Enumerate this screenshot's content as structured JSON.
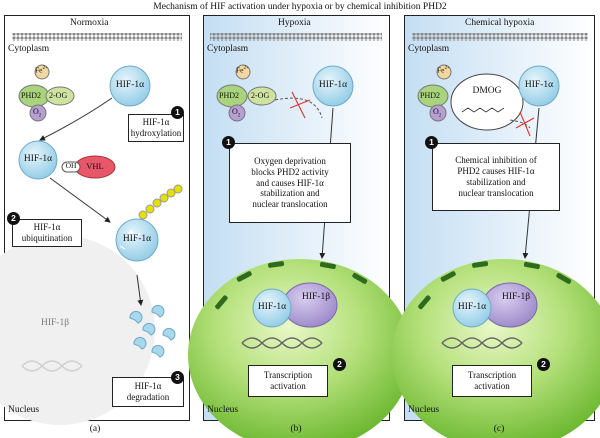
{
  "figure_title": "Mechanism of HIF activation under hypoxia or by chemical inhibition PHD2",
  "panels": {
    "a": {
      "heading": "Normoxia",
      "cytoplasm": "Cytoplasm",
      "nucleus": "Nucleus",
      "caption": "(a)",
      "hif": "HIF-1α",
      "fe": "Fe",
      "fe_sup": "2+",
      "phd": "PHD2",
      "og": "2-OG",
      "o2": "O",
      "o2_sub": "2",
      "oh": "OH",
      "vhl": "VHL",
      "ub": "Ub",
      "hif_b": "HIF-1β",
      "steps": [
        {
          "num": "1",
          "text": [
            "HIF-1α",
            "hydroxylation"
          ]
        },
        {
          "num": "2",
          "text": [
            "HIF-1α",
            "ubiquitination"
          ]
        },
        {
          "num": "3",
          "text": [
            "HIF-1α",
            "degradation"
          ]
        }
      ]
    },
    "b": {
      "heading": "Hypoxia",
      "cytoplasm": "Cytoplasm",
      "nucleus": "Nucleus",
      "caption": "(b)",
      "hif": "HIF-1α",
      "hif_b": "HIF-1β",
      "fe": "Fe",
      "fe_sup": "2+",
      "phd": "PHD2",
      "og": "2-OG",
      "o2": "O",
      "o2_sub": "2",
      "steps": [
        {
          "num": "1",
          "text": [
            "Oxygen deprivation",
            "blocks PHD2 activity",
            "and causes HIF-1α",
            "stabilization and",
            "nuclear translocation"
          ]
        },
        {
          "num": "2",
          "text": [
            "Transcription",
            "activation"
          ]
        }
      ]
    },
    "c": {
      "heading": "Chemical hypoxia",
      "cytoplasm": "Cytoplasm",
      "nucleus": "Nucleus",
      "caption": "(c)",
      "hif": "HIF-1α",
      "hif_b": "HIF-1β",
      "fe": "Fe",
      "fe_sup": "2+",
      "phd": "PHD2",
      "o2": "O",
      "o2_sub": "2",
      "dmog": "DMOG",
      "steps": [
        {
          "num": "1",
          "text": [
            "Chemical inhibition of",
            "PHD2 causes HIF-1α",
            "stabilization and",
            "nuclear translocation"
          ]
        },
        {
          "num": "2",
          "text": [
            "Transcription",
            "activation"
          ]
        }
      ]
    }
  },
  "colors": {
    "hif": "#a8d8ec",
    "hif_b": "#b7a6d6",
    "fe": "#f2d8a0",
    "phd": "#a9d37c",
    "og": "#cfe3a0",
    "o2": "#b79fd2",
    "vhl": "#e8566a",
    "ub": "#e4e000",
    "nucleus": "#8fcf4a",
    "hypoxia_bg": "#cfe6f7",
    "inhibit": "#e0302a"
  }
}
